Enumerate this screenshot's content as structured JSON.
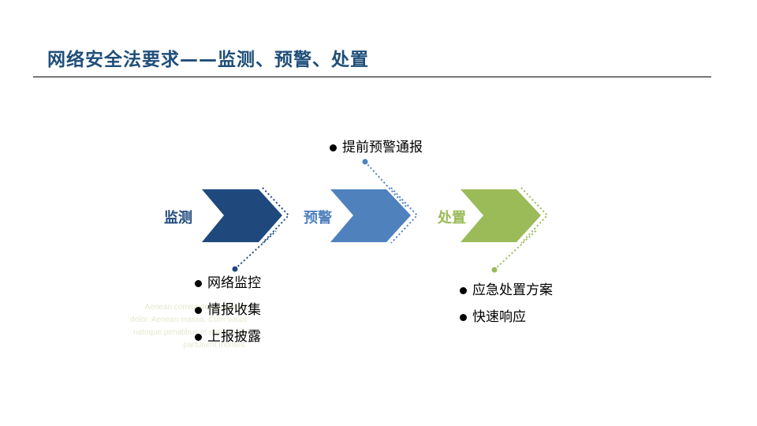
{
  "title": "网络安全法要求——监测、预警、处置",
  "stages": [
    {
      "label": "监测",
      "color": "#1f497d"
    },
    {
      "label": "预警",
      "color": "#4f81bd"
    },
    {
      "label": "处置",
      "color": "#9bbb59"
    }
  ],
  "monitor_items": [
    "网络监控",
    "情报收集",
    "上报披露"
  ],
  "warning_items": [
    "提前预警通报"
  ],
  "response_items": [
    "应急处置方案",
    "快速响应"
  ],
  "placeholder_text": "Aenean commodo ligula eget dolor. Aenean massa. Cum sociis natoque penatibus et magnis dis parturient montes."
}
